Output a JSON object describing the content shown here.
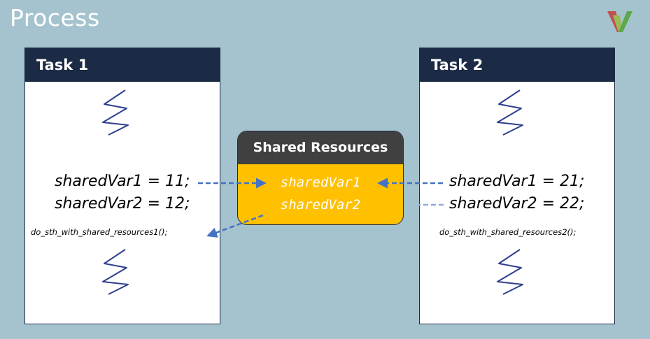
{
  "process_title": "Process",
  "task1": {
    "header": "Task 1",
    "line1": "sharedVar1 = 11;",
    "line2": "sharedVar2 = 12;",
    "call": "do_sth_with_shared_resources1();"
  },
  "task2": {
    "header": "Task 2",
    "line1": "sharedVar1 = 21;",
    "line2": "sharedVar2 = 22;",
    "call": "do_sth_with_shared_resources2();"
  },
  "shared": {
    "header": "Shared Resources",
    "var1": "sharedVar1",
    "var2": "sharedVar2"
  },
  "colors": {
    "background": "#a5c3ce",
    "header_navy": "#1b2a45",
    "shared_fill": "#ffc000",
    "shared_header": "#404040",
    "arrow": "#4472c4",
    "squiggle": "#2f3f8f"
  },
  "icons": [
    "squiggle-icon",
    "logo-icon"
  ]
}
